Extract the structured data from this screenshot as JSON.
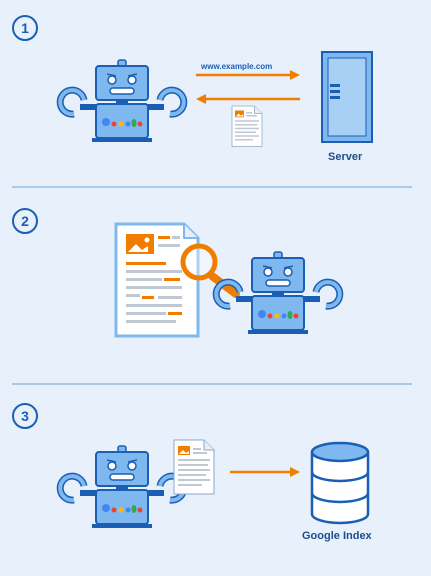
{
  "steps": [
    {
      "number": "1"
    },
    {
      "number": "2"
    },
    {
      "number": "3"
    }
  ],
  "step1": {
    "url_label": "www.example.com",
    "server_label": "Server"
  },
  "step3": {
    "index_label": "Google Index"
  },
  "colors": {
    "background": "#e8f1fb",
    "robot_body": "#7fb8ee",
    "outline": "#1a5fb4",
    "arrow": "#f07d00",
    "doc_accent": "#f07d00",
    "divider": "#a9cbea"
  },
  "icons": [
    "googlebot-robot-icon",
    "server-icon",
    "document-icon",
    "magnifier-icon",
    "database-icon",
    "arrow-right-icon",
    "arrow-left-icon"
  ]
}
